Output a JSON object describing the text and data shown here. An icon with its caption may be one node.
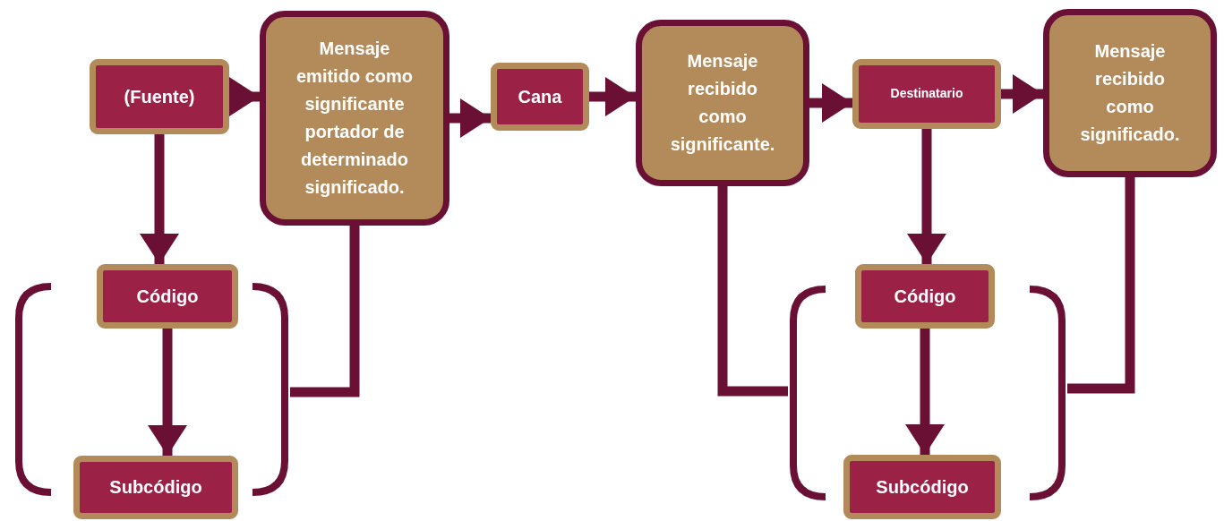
{
  "diagram": {
    "nodes": [
      {
        "text": [
          "(Fuente)"
        ]
      },
      {
        "text": [
          "Mensaje emitido como significante portador de determinado significado."
        ]
      },
      {
        "text": [
          "Cana"
        ]
      },
      {
        "text": [
          "Mensaje recibido como significante."
        ]
      },
      {
        "text": [
          "Destinatario"
        ]
      },
      {
        "text": [
          "Mensaje recibido como significado."
        ]
      },
      {
        "text": [
          "Código"
        ]
      },
      {
        "text": [
          "Subcódigo"
        ]
      },
      {
        "text": [
          "Código"
        ]
      },
      {
        "text": [
          "Subcódigo"
        ]
      },
      {
        "text": [],
        "shape": "bracket"
      },
      {
        "text": [],
        "shape": "bracket"
      },
      {
        "text": [],
        "shape": "bracket"
      }
    ],
    "edges": [
      {
        "from": 0,
        "to": 1,
        "arrow": "to"
      },
      {
        "from": 1,
        "to": 2,
        "arrow": "to"
      },
      {
        "from": 2,
        "to": 3,
        "arrow": "to"
      },
      {
        "from": 3,
        "to": 4,
        "arrow": "to"
      },
      {
        "from": 4,
        "to": 5,
        "arrow": "to"
      },
      {
        "from": 0,
        "to": 6,
        "arrow": "to"
      },
      {
        "from": 6,
        "to": 7,
        "arrow": "to"
      },
      {
        "from": 4,
        "to": 8,
        "arrow": "to"
      },
      {
        "from": 8,
        "to": 9,
        "arrow": "to"
      },
      {
        "from": 1,
        "to": 10,
        "arrow": "none"
      },
      {
        "from": 3,
        "to": 11,
        "arrow": "none"
      },
      {
        "from": 5,
        "to": 12,
        "arrow": "none"
      }
    ]
  }
}
